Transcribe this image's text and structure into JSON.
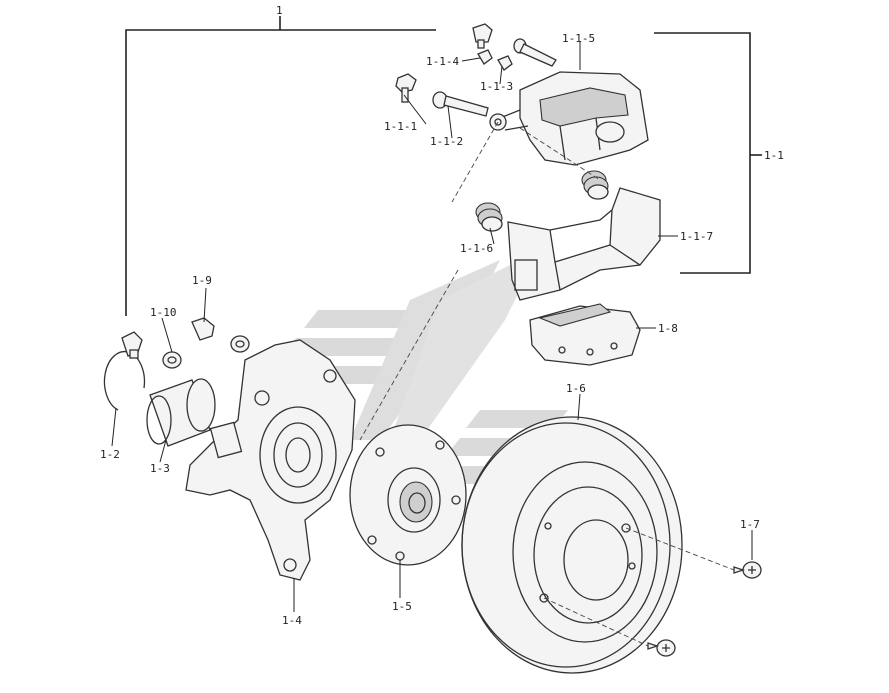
{
  "labels": {
    "l_1": "1",
    "l_1_1": "1-1",
    "l_1_1_1": "1-1-1",
    "l_1_1_2": "1-1-2",
    "l_1_1_3": "1-1-3",
    "l_1_1_4": "1-1-4",
    "l_1_1_5": "1-1-5",
    "l_1_1_6": "1-1-6",
    "l_1_1_7": "1-1-7",
    "l_1_2": "1-2",
    "l_1_3": "1-3",
    "l_1_4": "1-4",
    "l_1_5": "1-5",
    "l_1_6": "1-6",
    "l_1_7": "1-7",
    "l_1_8": "1-8",
    "l_1_9": "1-9",
    "l_1_10": "1-10"
  },
  "colors": {
    "line": "#333333",
    "watermark": "#b8b8b8",
    "background": "#ffffff"
  }
}
